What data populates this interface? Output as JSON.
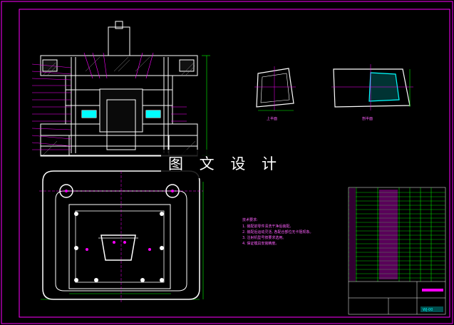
{
  "watermark": "图 文 设 计",
  "views": {
    "top_view_caption": "上半面",
    "side_view_caption": "剖半面"
  },
  "notes": {
    "title": "技术要求:",
    "items": [
      "1. 装配前零件清洗干净后装配。",
      "2. 装配后运动灵活, 各配合部位无卡阻现象。",
      "3. 注射机型号按要求选用。",
      "4. 保证模具安装精度。"
    ]
  },
  "title_block": {
    "drawing_no": "WJ-00"
  },
  "colors": {
    "frame": "#ff00ff",
    "lines": "#ffffff",
    "dimension": "#00ff00",
    "section": "#00ffff",
    "table_grid": "#00ff00"
  }
}
